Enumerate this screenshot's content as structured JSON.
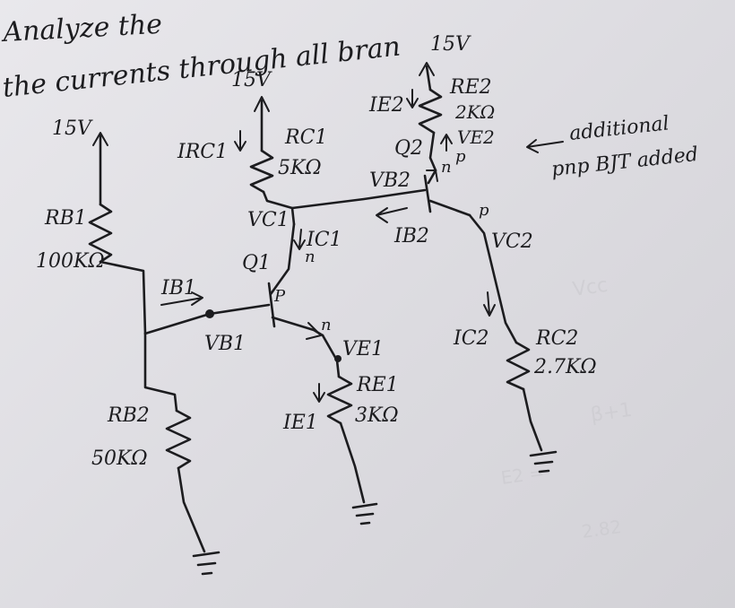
{
  "header": {
    "line1": "Analyze the",
    "line2": "the currents through all bran"
  },
  "note": {
    "line1": "additional",
    "line2": "pnp BJT added"
  },
  "supply": {
    "rb1_top": "15V",
    "rc1_top": "15V",
    "re2_top": "15V"
  },
  "resistors": {
    "rb1_name": "RB1",
    "rb1_value": "100KΩ",
    "rb2_name": "RB2",
    "rb2_value": "50KΩ",
    "rc1_name": "RC1",
    "rc1_value": "5KΩ",
    "re1_name": "RE1",
    "re1_value": "3KΩ",
    "re2_name": "RE2",
    "re2_value": "2KΩ",
    "rc2_name": "RC2",
    "rc2_value": "2.7KΩ"
  },
  "currents": {
    "irc1": "IRC1",
    "ic1": "IC1",
    "ib1": "IB1",
    "ie1": "IE1",
    "ib2": "IB2",
    "ie2": "IE2",
    "ic2": "IC2"
  },
  "nodes": {
    "vc1": "VC1",
    "vb1": "VB1",
    "ve1": "VE1",
    "vb2": "VB2",
    "ve2": "VE2",
    "vc2": "VC2"
  },
  "transistors": {
    "q1": "Q1",
    "q2": "Q2",
    "q1_collector": "n",
    "q1_base": "P",
    "q1_emitter": "n",
    "q2_emitter": "p",
    "q2_base": "n",
    "q2_collector": "p"
  }
}
